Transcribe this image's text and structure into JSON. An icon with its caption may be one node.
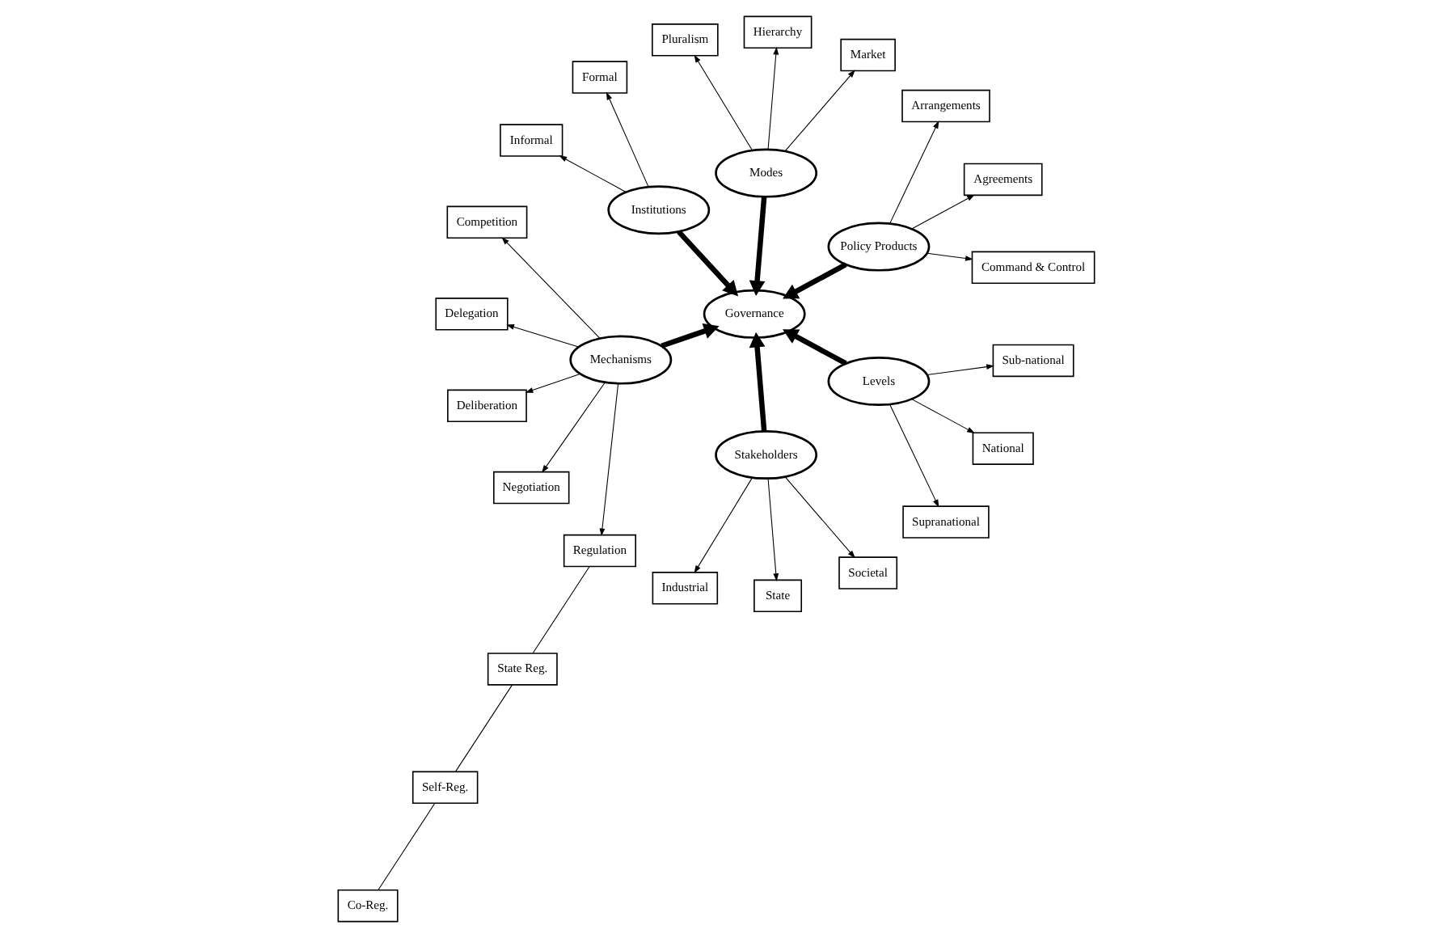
{
  "diagram": {
    "nodes": [
      {
        "text": [
          "Governance"
        ]
      },
      {
        "text": [
          "Policy Products"
        ]
      },
      {
        "text": [
          "Command & Control"
        ]
      },
      {
        "text": [
          "Agreements"
        ]
      },
      {
        "text": [
          "Arrangements"
        ]
      },
      {
        "text": [
          "Modes"
        ]
      },
      {
        "text": [
          "Market"
        ]
      },
      {
        "text": [
          "Hierarchy"
        ]
      },
      {
        "text": [
          "Pluralism"
        ]
      },
      {
        "text": [
          "Institutions"
        ]
      },
      {
        "text": [
          "Formal"
        ]
      },
      {
        "text": [
          "Informal"
        ]
      },
      {
        "text": [
          "Mechanisms"
        ]
      },
      {
        "text": [
          "Competition"
        ]
      },
      {
        "text": [
          "Delegation"
        ]
      },
      {
        "text": [
          "Deliberation"
        ]
      },
      {
        "text": [
          "Negotiation"
        ]
      },
      {
        "text": [
          "Regulation"
        ]
      },
      {
        "text": [
          "State Reg."
        ]
      },
      {
        "text": [
          "Self-Reg."
        ]
      },
      {
        "text": [
          "Co-Reg."
        ]
      },
      {
        "text": [
          "Stakeholders"
        ]
      },
      {
        "text": [
          "Industrial"
        ]
      },
      {
        "text": [
          "State"
        ]
      },
      {
        "text": [
          "Societal"
        ]
      },
      {
        "text": [
          "Levels"
        ]
      },
      {
        "text": [
          "Supranational"
        ]
      },
      {
        "text": [
          "National"
        ]
      },
      {
        "text": [
          "Sub-national"
        ]
      }
    ],
    "edges": [
      {
        "from": 1,
        "to": 0,
        "arrow": "to",
        "style": "thick"
      },
      {
        "from": 5,
        "to": 0,
        "arrow": "to",
        "style": "thick"
      },
      {
        "from": 9,
        "to": 0,
        "arrow": "to",
        "style": "thick"
      },
      {
        "from": 12,
        "to": 0,
        "arrow": "to",
        "style": "thick"
      },
      {
        "from": 21,
        "to": 0,
        "arrow": "to",
        "style": "thick"
      },
      {
        "from": 25,
        "to": 0,
        "arrow": "to",
        "style": "thick"
      },
      {
        "from": 1,
        "to": 2,
        "arrow": "to"
      },
      {
        "from": 1,
        "to": 3,
        "arrow": "to"
      },
      {
        "from": 1,
        "to": 4,
        "arrow": "to"
      },
      {
        "from": 5,
        "to": 6,
        "arrow": "to"
      },
      {
        "from": 5,
        "to": 7,
        "arrow": "to"
      },
      {
        "from": 5,
        "to": 8,
        "arrow": "to"
      },
      {
        "from": 9,
        "to": 10,
        "arrow": "to"
      },
      {
        "from": 9,
        "to": 11,
        "arrow": "to"
      },
      {
        "from": 12,
        "to": 13,
        "arrow": "to"
      },
      {
        "from": 12,
        "to": 14,
        "arrow": "to"
      },
      {
        "from": 12,
        "to": 15,
        "arrow": "to"
      },
      {
        "from": 12,
        "to": 16,
        "arrow": "to"
      },
      {
        "from": 12,
        "to": 17,
        "arrow": "to"
      },
      {
        "from": 17,
        "to": 18,
        "arrow": "none"
      },
      {
        "from": 18,
        "to": 19,
        "arrow": "none"
      },
      {
        "from": 19,
        "to": 20,
        "arrow": "none"
      },
      {
        "from": 21,
        "to": 22,
        "arrow": "to"
      },
      {
        "from": 21,
        "to": 23,
        "arrow": "to"
      },
      {
        "from": 21,
        "to": 24,
        "arrow": "to"
      },
      {
        "from": 25,
        "to": 26,
        "arrow": "to"
      },
      {
        "from": 25,
        "to": 27,
        "arrow": "to"
      },
      {
        "from": 25,
        "to": 28,
        "arrow": "to"
      }
    ]
  }
}
